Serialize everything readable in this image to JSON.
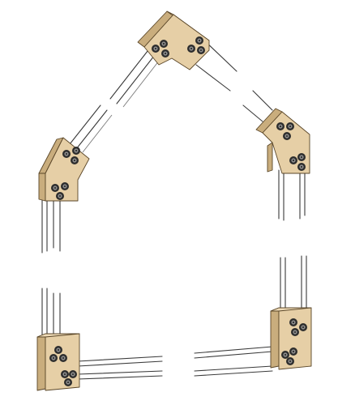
{
  "diagram": {
    "subject": "",
    "colors": {
      "plywood": "#e6cfa6",
      "plywood_edge": "#c9ad7d",
      "rail": "#3a3a3a",
      "bolt": "#2d2d2d",
      "background": "#ffffff"
    },
    "brackets": [
      {
        "id": "apex",
        "bolts": 6
      },
      {
        "id": "left-shoulder",
        "bolts": 6
      },
      {
        "id": "right-shoulder",
        "bolts": 6
      },
      {
        "id": "bottom-left",
        "bolts": 6
      },
      {
        "id": "bottom-right",
        "bolts": 6
      }
    ]
  }
}
